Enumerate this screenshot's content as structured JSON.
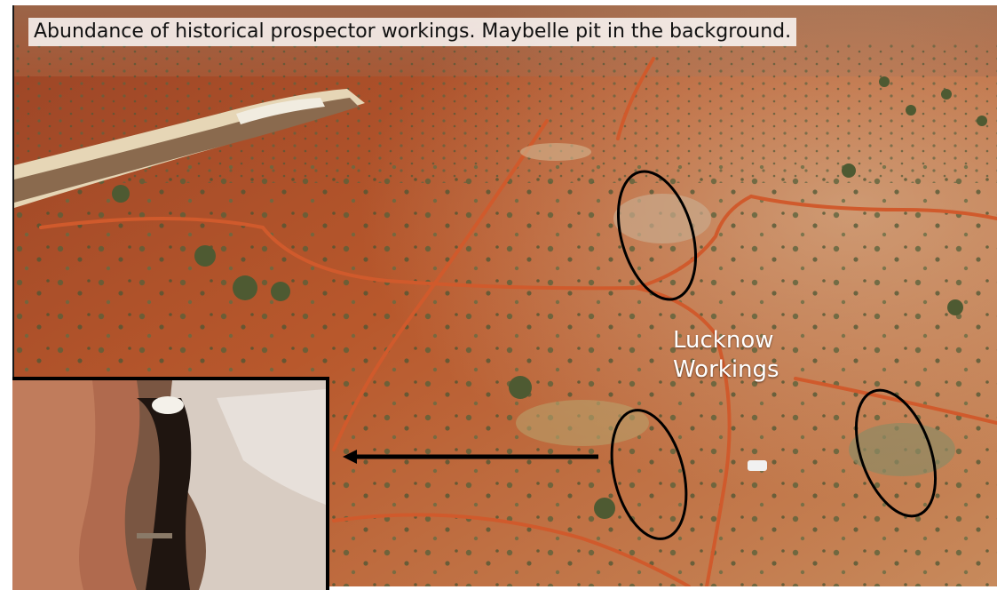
{
  "caption": "Abundance of historical prospector workings. Maybelle pit in the background.",
  "annotation": {
    "line1": "Lucknow",
    "line2": "Workings"
  },
  "colors": {
    "terrain": "#b2552a",
    "track": "#c8502a",
    "pit_wall": "#d9c4a0",
    "vegetation": "#5d6a3a",
    "ellipse": "#000000",
    "arrow": "#000000"
  }
}
